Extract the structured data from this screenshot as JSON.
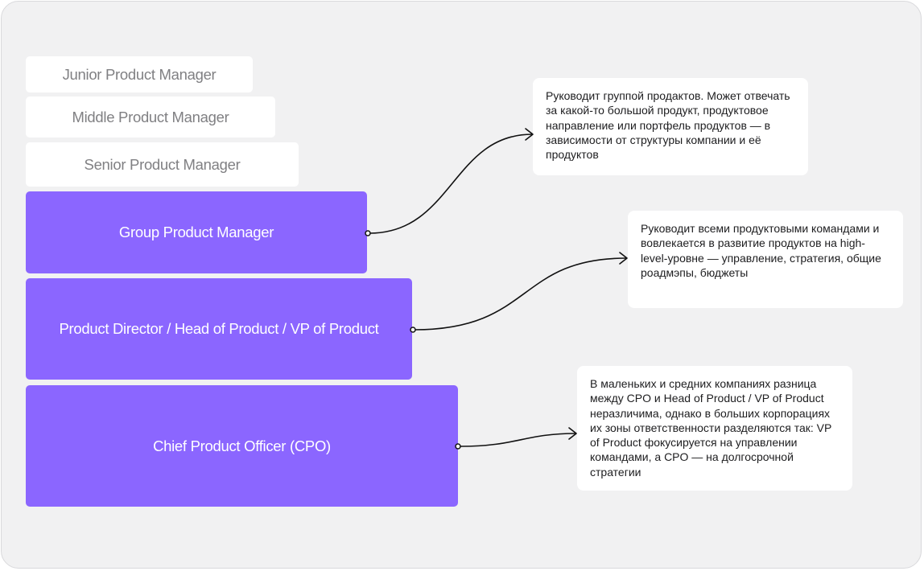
{
  "levels": [
    {
      "label": "Junior Product Manager"
    },
    {
      "label": "Middle Product Manager"
    },
    {
      "label": "Senior Product Manager"
    },
    {
      "label": "Group Product Manager"
    },
    {
      "label": "Product Director / Head of Product / VP of Product"
    },
    {
      "label": "Chief Product Officer (CPO)"
    }
  ],
  "notes": [
    {
      "text": "Руководит группой продактов. Может отвечать за какой-то большой продукт, продуктовое направление или портфель продуктов — в зависимости от структуры компании и её продуктов"
    },
    {
      "text": "Руководит всеми продуктовыми командами и вовлекается в развитие продуктов на high-level-уровне — управление, стратегия, общие роадмэпы, бюджеты"
    },
    {
      "text": "В маленьких и средних компаниях разница между CPO и Head of Product / VP of Product неразличима, однако в больших корпорациях их зоны ответственности разделяются так: VP of Product фокусируется на управлении командами, а CPO — на долгосрочной стратегии"
    }
  ],
  "colors": {
    "accent": "#8b66ff",
    "background": "#f1f1f2",
    "light_box": "#ffffff",
    "light_text": "#808083"
  }
}
